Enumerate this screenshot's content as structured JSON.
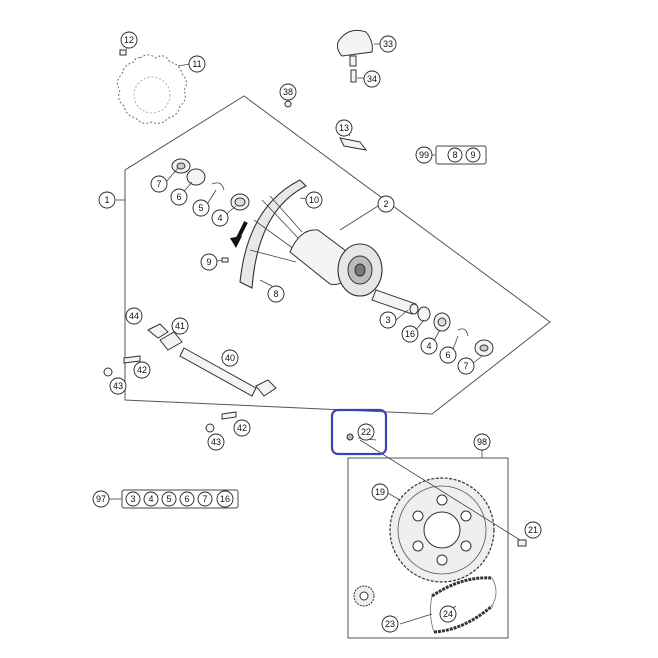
{
  "diagram": {
    "callouts": [
      "1",
      "2",
      "3",
      "4",
      "5",
      "6",
      "7",
      "8",
      "9",
      "10",
      "11",
      "12",
      "13",
      "16",
      "19",
      "21",
      "22",
      "23",
      "24",
      "33",
      "34",
      "38",
      "40",
      "41",
      "42",
      "43",
      "44",
      "97",
      "98",
      "99"
    ],
    "kit_99_members": [
      "8",
      "9"
    ],
    "kit_97_members": [
      "3",
      "4",
      "5",
      "6",
      "7",
      "16"
    ],
    "highlight_color": "#3346b8",
    "highlighted_part": "22"
  }
}
